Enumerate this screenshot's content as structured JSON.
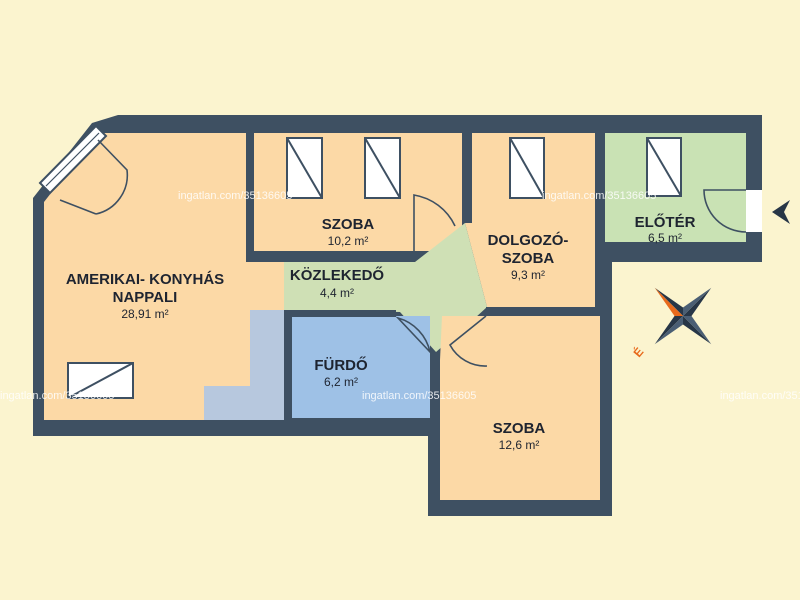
{
  "rooms": {
    "living": {
      "name": "AMERIKAI- KONYHÁS",
      "name2": "NAPPALI",
      "area": "28,91 m²"
    },
    "bedroom1": {
      "name": "SZOBA",
      "area": "10,2 m²"
    },
    "study": {
      "name": "DOLGOZÓ-",
      "name2": "SZOBA",
      "area": "9,3 m²"
    },
    "hall": {
      "name": "ELŐTÉR",
      "area": "6,5 m²"
    },
    "corridor": {
      "name": "KÖZLEKEDŐ",
      "area": "4,4 m²"
    },
    "bathroom": {
      "name": "FÜRDŐ",
      "area": "6,2 m²"
    },
    "bedroom2": {
      "name": "SZOBA",
      "area": "12,6 m²"
    }
  },
  "watermark": "ingatlan.com/35136605",
  "compass": {
    "letter": "É"
  },
  "colors": {
    "background": "#fbf4cf",
    "wall": "#3e5062",
    "room": "#fcd9a6",
    "corridor": "#cfe0b5",
    "hall": "#c9e2b4",
    "bathroom": "#9ec1e6",
    "kitchen_tile": "#b7c8de",
    "accent": "#e86a1c",
    "compass_dark": "#273647"
  }
}
